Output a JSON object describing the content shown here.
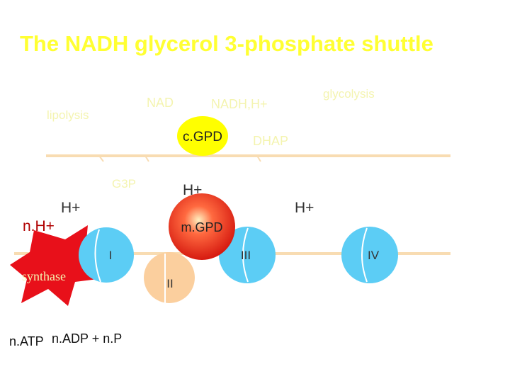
{
  "title": "The NADH glycerol 3-phosphate shuttle",
  "labels": {
    "lipolysis": "lipolysis",
    "nad": "NAD",
    "nadh": "NADH,H+",
    "glycolysis": "glycolysis",
    "cgpd": "c.GPD",
    "dhap": "DHAP",
    "g3p": "G3P",
    "h_plus_center": "H+",
    "h_plus_left": "H+",
    "h_plus_right": "H+",
    "nh_plus": "n.H+",
    "mgpd": "m.GPD",
    "complex_i": "I",
    "complex_ii": "II",
    "complex_iii": "III",
    "complex_iv": "IV",
    "synthase": "synthase",
    "natp": "n.ATP",
    "nadp": "n.ADP + n.P"
  },
  "colors": {
    "title": "#ffff33",
    "faint_text": "#f4f4b0",
    "membrane": "#f8dcb2",
    "cgpd_fill": "#ffff00",
    "complex_fill": "#5ccdf5",
    "complex_ii_fill": "#fbcf9e",
    "synthase_fill": "#e8101a",
    "mgpd_light": "#fff0c0",
    "mgpd_mid": "#ff5a3a",
    "mgpd_dark": "#d61a10",
    "text_dark": "#333333",
    "text_red": "#b00000"
  }
}
